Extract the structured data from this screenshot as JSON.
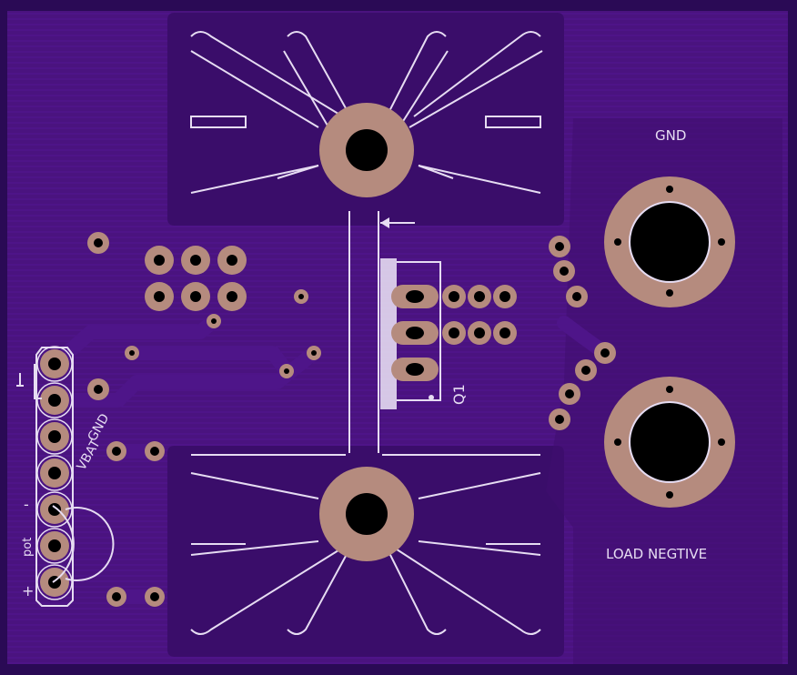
{
  "board": {
    "colors": {
      "background": "#2a0a55",
      "copper_pour": "#4a137f",
      "soldermask_relief": "#3a0d6a",
      "pad": "#b58b7e",
      "drill": "#000000",
      "silkscreen": "#e6dcf2",
      "trace": "#4e1589"
    },
    "labels": {
      "gnd_terminal": "GND",
      "load_terminal": "LOAD NEGTIVE",
      "transistor_ref": "Q1",
      "header_gnd": "GND",
      "header_vbat": "VBAT",
      "header_pot": "pot",
      "header_plus": "+",
      "header_minus": "-"
    }
  }
}
